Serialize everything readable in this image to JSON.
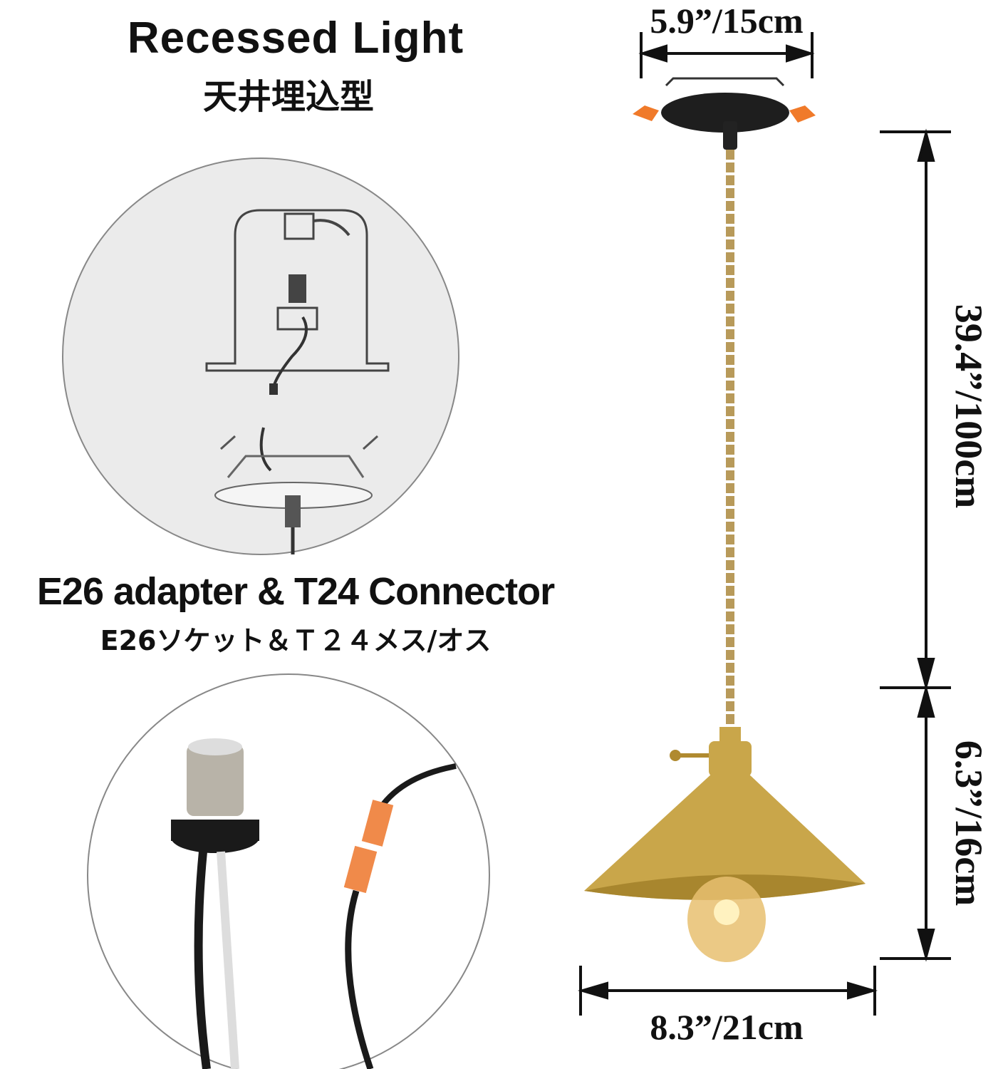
{
  "left_panel": {
    "title": "Recessed Light",
    "subtitle": "天井埋込型",
    "adapter_title": "E26 adapter & T24 Connector",
    "adapter_subtitle": "E26ソケット＆Ｔ２４メス/オス"
  },
  "dimensions": {
    "canopy_width": "5.9”/15cm",
    "cord_length": "39.4”/100cm",
    "shade_height": "6.3”/16cm",
    "shade_width": "8.3”/21cm"
  },
  "colors": {
    "brass": "#c9a64a",
    "cord": "#b89a5a",
    "canopy": "#1e1e1e",
    "clip": "#f07a2a",
    "connector": "#f08a4a"
  }
}
